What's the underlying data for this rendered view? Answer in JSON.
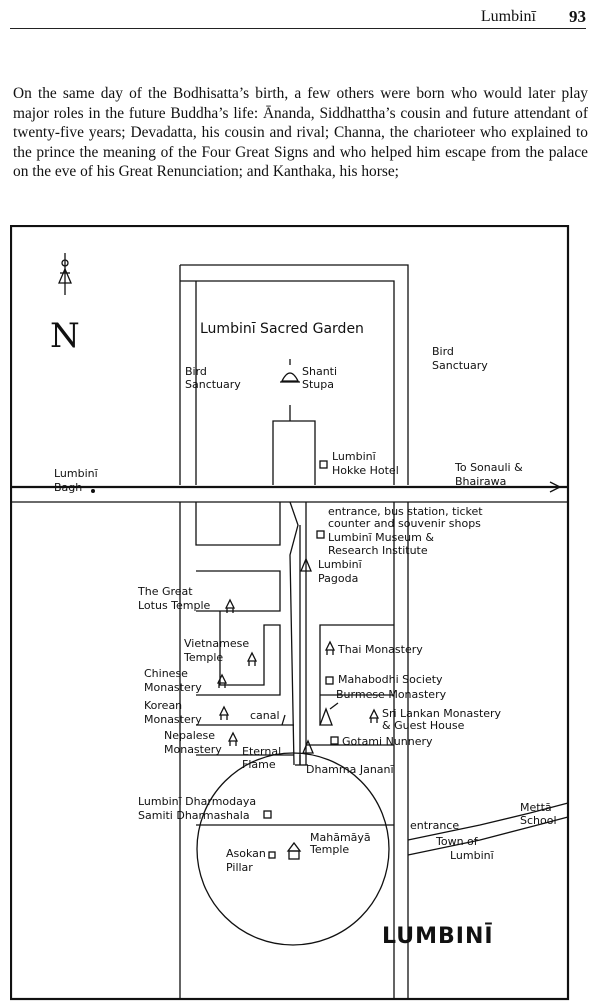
{
  "header": {
    "running_head": "Lumbinī",
    "page_number": "93"
  },
  "paragraph": "On the same day of the Bodhisatta’s birth, a few others were born who would later play major roles in the future Buddha’s life: Ānanda, Siddhattha’s cousin and future attendant of twenty-five years; Devadatta, his cousin and rival; Channa, the charioteer who explained to the prince the meaning of the Four Great Signs and who helped him escape from the palace on the eve of his Great Renunciation; and Kanthaka, his horse;",
  "map": {
    "north": "N",
    "title": "LUMBINĪ",
    "sacred_garden": "Lumbinī Sacred Garden",
    "bird_sanctuary_left_1": "Bird",
    "bird_sanctuary_left_2": "Sanctuary",
    "bird_sanctuary_right_1": "Bird",
    "bird_sanctuary_right_2": "Sanctuary",
    "shanti_1": "Shanti",
    "shanti_2": "Stupa",
    "hokke_1": "Lumbinī",
    "hokke_2": "Hokke Hotel",
    "bagh_1": "Lumbinī",
    "bagh_2": "Bagh",
    "sonauli_1": "To Sonauli &",
    "sonauli_2": "Bhairawa",
    "entrance_1": "entrance, bus station, ticket",
    "entrance_2": "counter and souvenir shops",
    "museum_1": "Lumbinī Museum &",
    "museum_2": "Research Institute",
    "pagoda_1": "Lumbinī",
    "pagoda_2": "Pagoda",
    "lotus_1": "The Great",
    "lotus_2": "Lotus Temple",
    "viet_1": "Vietnamese",
    "viet_2": "Temple",
    "thai": "Thai Monastery",
    "chinese_1": "Chinese",
    "chinese_2": "Monastery",
    "mahabodhi": "Mahabodhi Society",
    "burmese": "Burmese Monastery",
    "korean_1": "Korean",
    "korean_2": "Monastery",
    "canal": "canal",
    "srilankan_1": "Sri Lankan Monastery",
    "srilankan_2": "& Guest House",
    "nepalese_1": "Nepalese",
    "nepalese_2": "Monastery",
    "gotami": "Gotami Nunnery",
    "flame_1": "Eternal",
    "flame_2": "Flame",
    "dhamma": "Dhamma Jananī",
    "dharmodaya_1": "Lumbinī Dharmodaya",
    "dharmodaya_2": "Samiti Dharmashala",
    "metta_1": "Mettā",
    "metta_2": "School",
    "entrance_s": "entrance",
    "town_1": "Town of",
    "town_2": "Lumbinī",
    "mahamaya_1": "Mahāmāyā",
    "mahamaya_2": "Temple",
    "asokan_1": "Asokan",
    "asokan_2": "Pillar"
  }
}
